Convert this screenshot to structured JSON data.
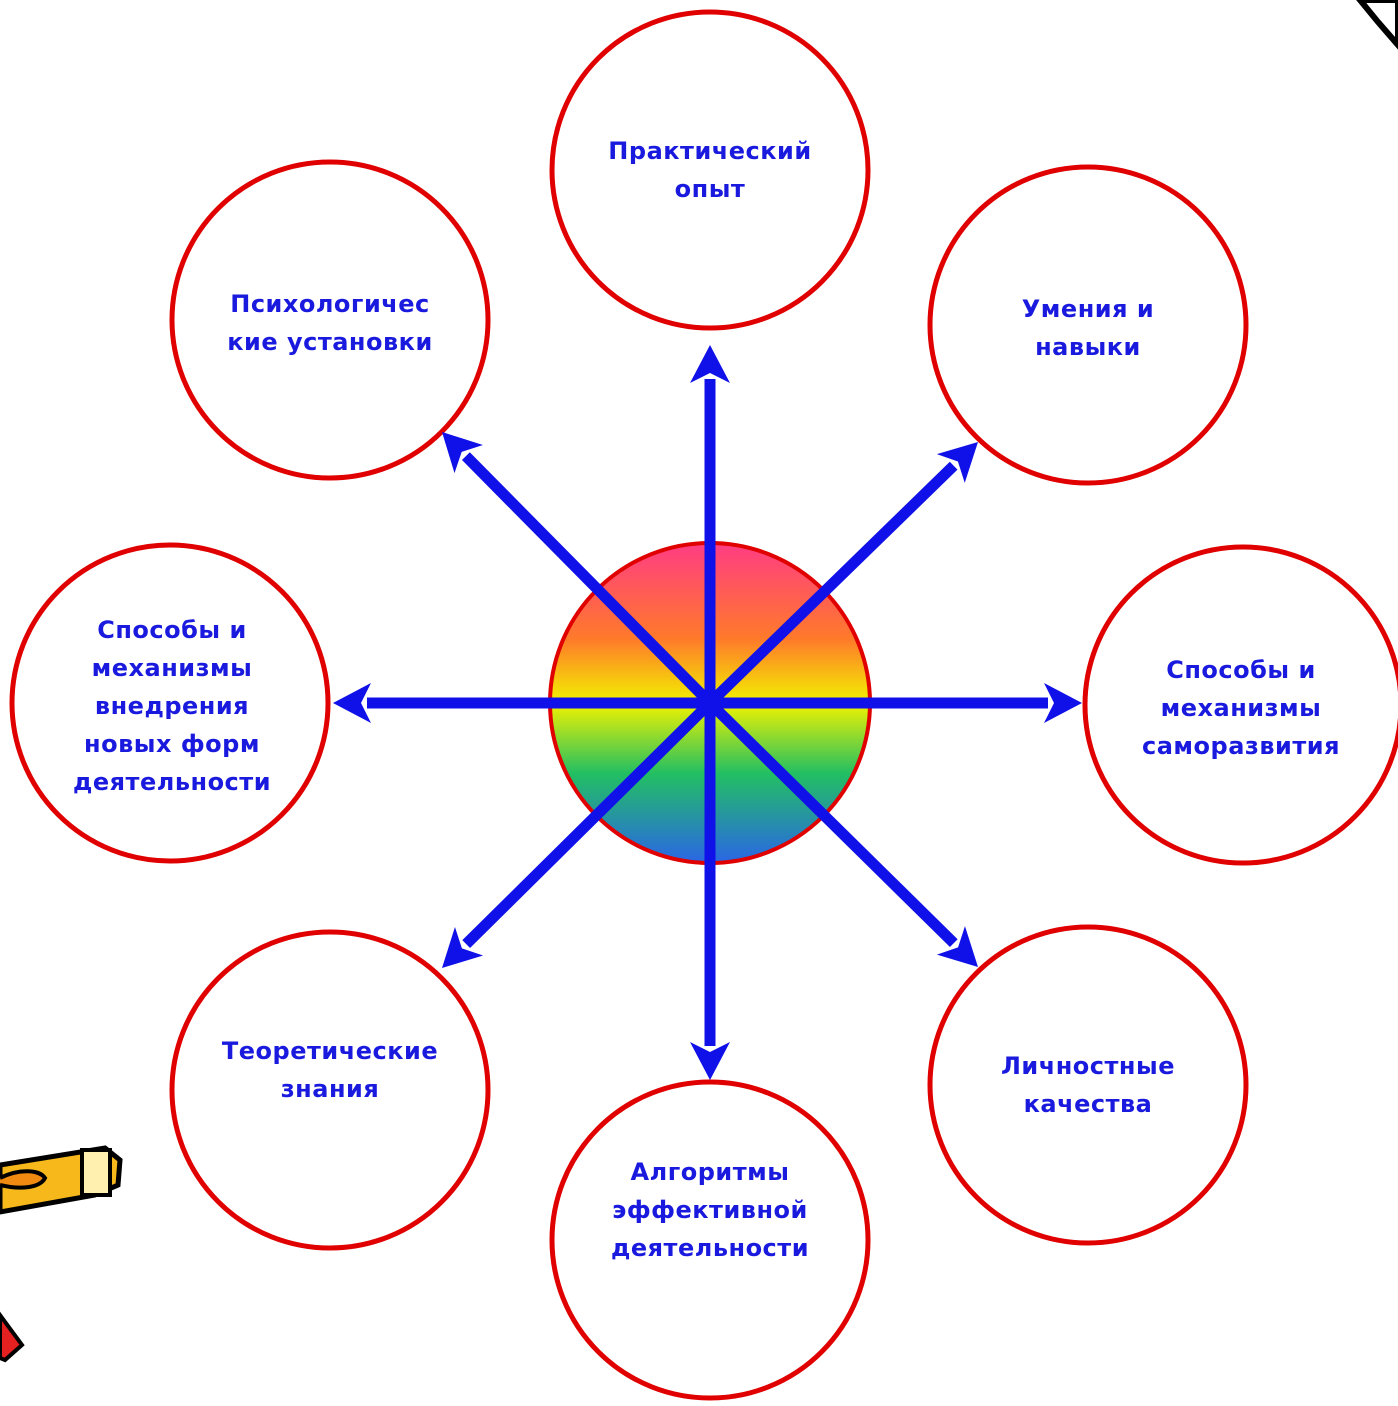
{
  "diagram": {
    "type": "radial-diagram",
    "colors": {
      "circle_border": "#e00000",
      "arrow": "#1010e8",
      "label_text": "#1a1adf",
      "center_gradient": [
        "#ff4080",
        "#ff8020",
        "#f5f500",
        "#20c060",
        "#2a60e0"
      ]
    },
    "nodes": [
      {
        "id": "practical-experience",
        "label": "Практический\nопыт"
      },
      {
        "id": "skills",
        "label": "Умения и\nнавыки"
      },
      {
        "id": "self-development",
        "label": "Способы и\nмеханизмы\nсаморазвития"
      },
      {
        "id": "personal-qualities",
        "label": "Личностные\nкачества"
      },
      {
        "id": "algorithms",
        "label": "Алгоритмы\nэффективной\nдеятельности"
      },
      {
        "id": "theory",
        "label": "Теоретические\nзнания"
      },
      {
        "id": "implementation",
        "label": "Способы и\nмеханизмы\nвнедрения\nновых форм\nдеятельности"
      },
      {
        "id": "psychology",
        "label": "Психологичес\nкие установки"
      }
    ],
    "decorations": [
      "pencil-clipart",
      "corner-clipart"
    ]
  }
}
